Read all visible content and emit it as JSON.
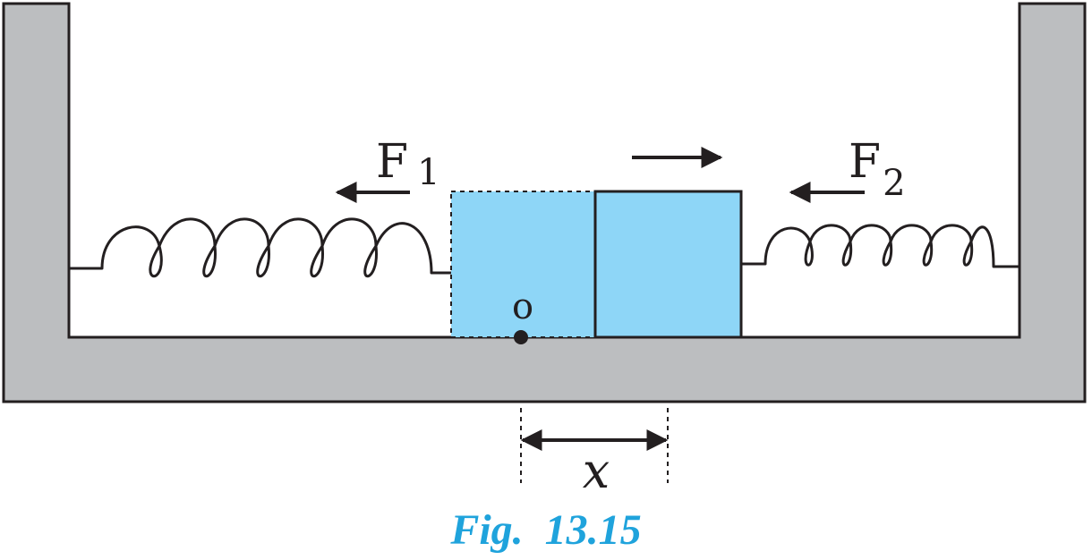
{
  "figure": {
    "caption": "Fig.  13.15",
    "caption_color": "#1fa3dc",
    "block_color": "#8ed6f7",
    "container_color": "#bcbec0",
    "stroke_color": "#231f20"
  },
  "labels": {
    "force_left": {
      "symbol": "F",
      "subscript": "1"
    },
    "force_right": {
      "symbol": "F",
      "subscript": "2"
    },
    "origin": "o",
    "displacement": "x"
  }
}
